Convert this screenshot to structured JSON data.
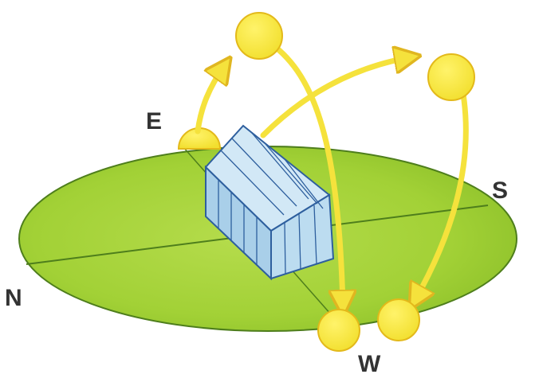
{
  "compass": {
    "east": "E",
    "south": "S",
    "north": "N",
    "west": "W"
  },
  "colors": {
    "ground": "#a6d338",
    "ground_dark": "#8cbf2a",
    "sun": "#f7ea3c",
    "sun_outline": "#e3b91a",
    "arrow": "#f5e23c",
    "arrow_outline": "#e0b620",
    "greenhouse_roof": "#cfe6f5",
    "greenhouse_wall": "#b7d8ee",
    "greenhouse_line": "#2e5f9e",
    "label": "#333333"
  }
}
